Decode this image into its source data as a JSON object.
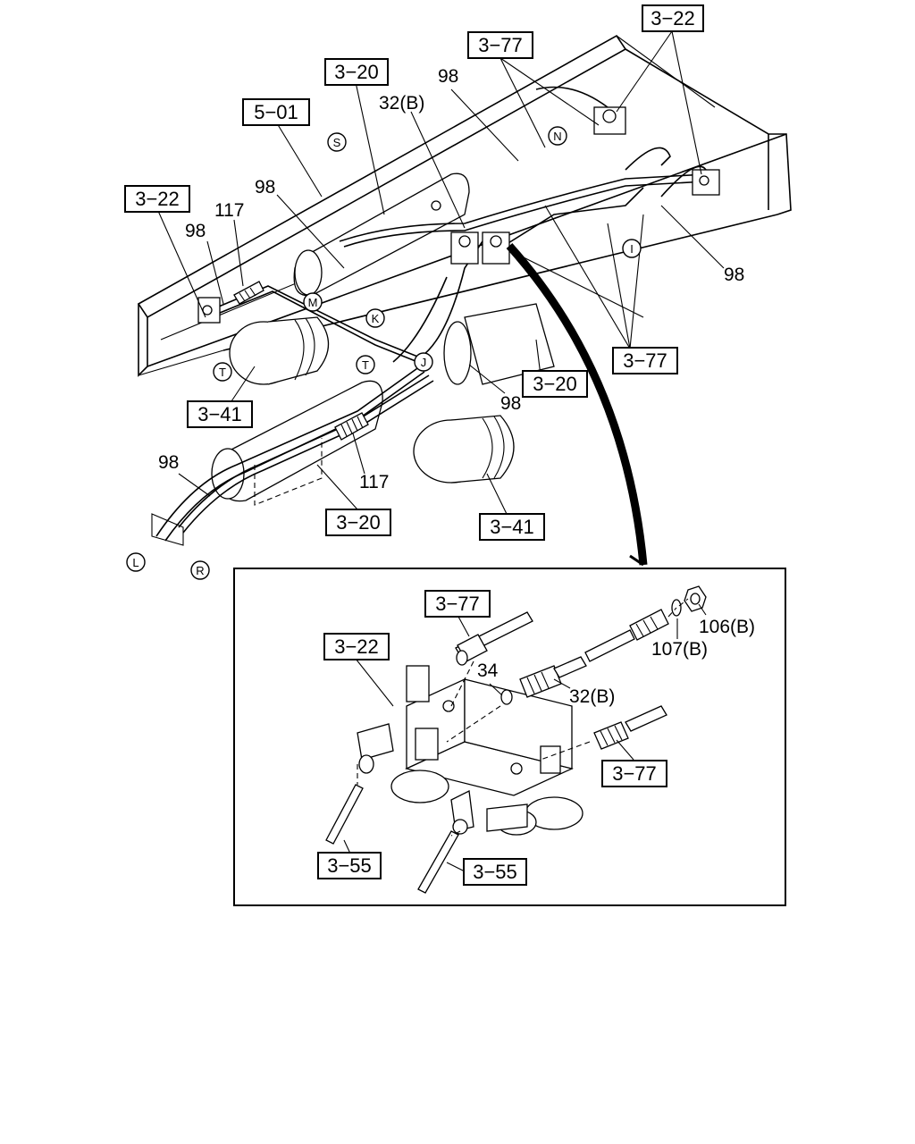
{
  "box_labels": {
    "b_3_22_top": "3−22",
    "b_3_77_top": "3−77",
    "b_3_20_top": "3−20",
    "b_5_01": "5−01",
    "b_3_22_left": "3−22",
    "b_3_77_right": "3−77",
    "b_3_20_mid": "3−20",
    "b_3_41_left": "3−41",
    "b_3_20_bottom": "3−20",
    "b_3_41_bottom": "3−41",
    "b_3_77_inset_top": "3−77",
    "b_3_22_inset": "3−22",
    "b_3_77_inset_right": "3−77",
    "b_3_55_inset_left": "3−55",
    "b_3_55_inset_right": "3−55"
  },
  "part_labels": {
    "p98_top": "98",
    "p32b_top": "32(B)",
    "p98_left_upper": "98",
    "p117_left": "117",
    "p98_left": "98",
    "p98_right": "98",
    "p98_mid": "98",
    "p117_mid": "117",
    "p98_bottom_left": "98",
    "p106b": "106(B)",
    "p107b": "107(B)",
    "p34": "34",
    "p32b_inset": "32(B)"
  },
  "circle_labels": {
    "c_S": "S",
    "c_N": "N",
    "c_M": "M",
    "c_K": "K",
    "c_T_left": "T",
    "c_T_mid": "T",
    "c_J": "J",
    "c_I": "I",
    "c_L": "L",
    "c_R": "R"
  }
}
